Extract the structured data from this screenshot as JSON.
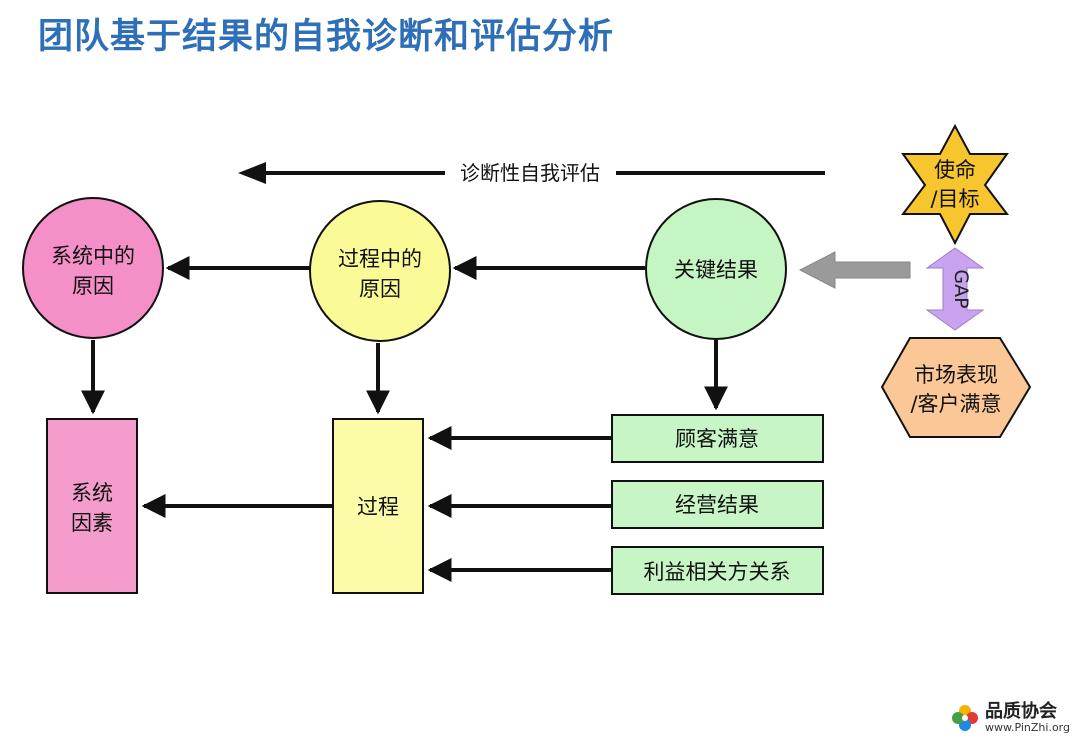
{
  "title": "团队基于结果的自我诊断和评估分析",
  "top_arrow": {
    "label": "诊断性自我评估"
  },
  "nodes": {
    "system_cause": {
      "line1": "系统中的",
      "line2": "原因",
      "color": "#f48fc8"
    },
    "process_cause": {
      "line1": "过程中的",
      "line2": "原因",
      "color": "#fafa96"
    },
    "key_result": {
      "label": "关键结果",
      "color": "#c6f5c4"
    },
    "mission": {
      "line1": "使命",
      "line2": "/目标",
      "color": "#f7c62f"
    },
    "market": {
      "line1": "市场表现",
      "line2": "/客户满意",
      "color": "#fbc796"
    },
    "system_factors": {
      "line1": "系统",
      "line2": "因素",
      "color": "#f49ccc"
    },
    "process": {
      "label": "过程",
      "color": "#fcfca8"
    },
    "customer_satisfaction": {
      "label": "顾客满意",
      "color": "#c8f5c6"
    },
    "business_results": {
      "label": "经营结果",
      "color": "#c8f5c6"
    },
    "stakeholder_relations": {
      "label": "利益相关方关系",
      "color": "#c8f5c6"
    }
  },
  "gap": {
    "label": "GAP",
    "color": "#c9a3f0"
  },
  "logo": {
    "name": "品质协会",
    "url": "www.PinZhi.org"
  }
}
